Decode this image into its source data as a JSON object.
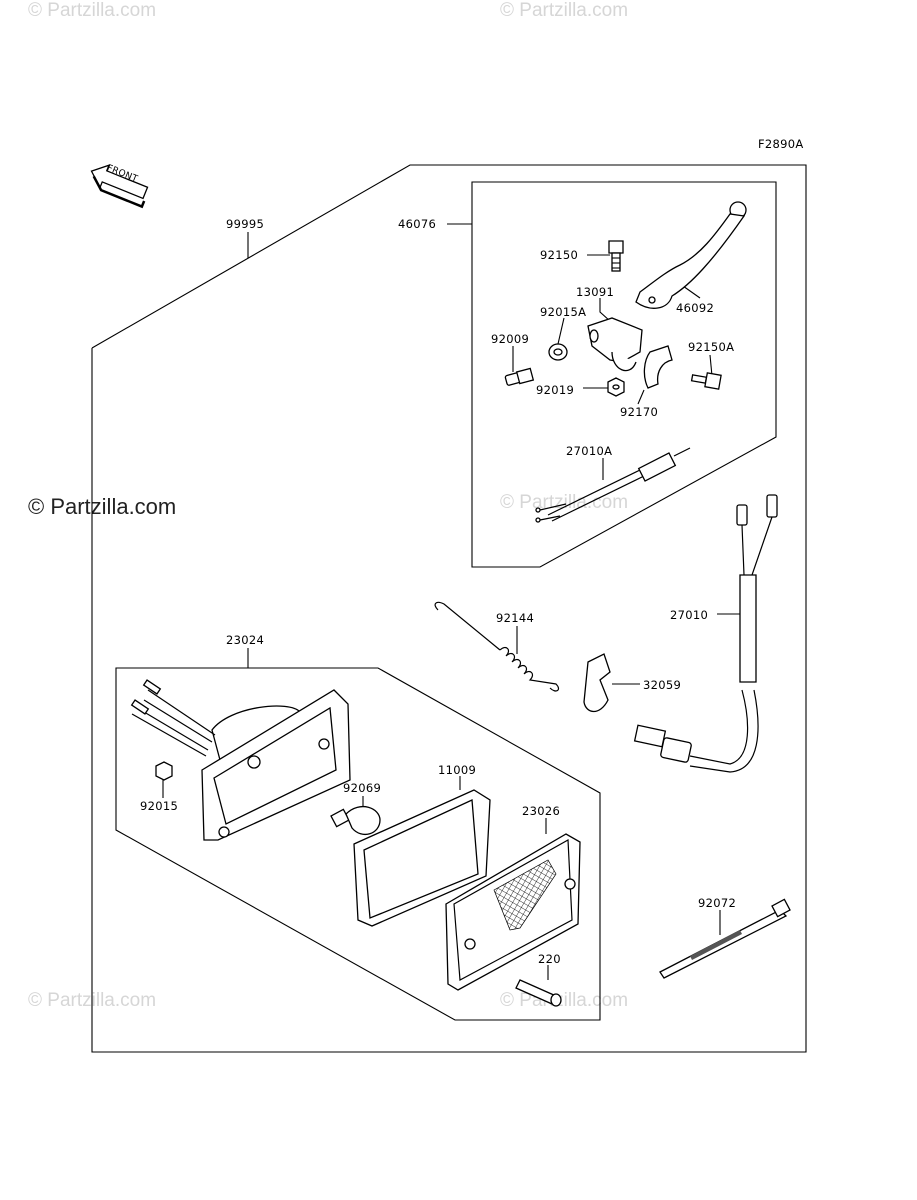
{
  "figure_code": "F2890A",
  "front_arrow_text": "FRONT",
  "watermarks": {
    "small": "© Partzilla.com",
    "main": "© Partzilla.com"
  },
  "parts": {
    "p99995": "99995",
    "p46076": "46076",
    "p92150": "92150",
    "p13091": "13091",
    "p46092": "46092",
    "p92015A": "92015A",
    "p92009": "92009",
    "p92150A": "92150A",
    "p92019": "92019",
    "p92170": "92170",
    "p27010A": "27010A",
    "p27010": "27010",
    "p92144": "92144",
    "p32059": "32059",
    "p23024": "23024",
    "p11009": "11009",
    "p92069": "92069",
    "p92015": "92015",
    "p23026": "23026",
    "p220": "220",
    "p92072": "92072"
  }
}
